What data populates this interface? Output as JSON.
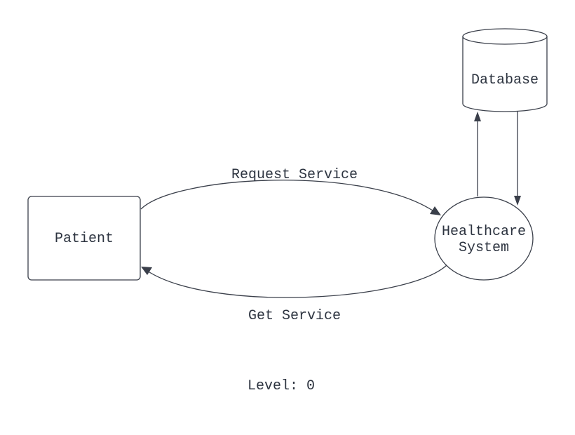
{
  "nodes": {
    "patient": {
      "label": "Patient"
    },
    "process": {
      "label_lines": [
        "Healthcare",
        "System"
      ]
    },
    "database": {
      "label": "Database"
    }
  },
  "flows": {
    "request": {
      "label": "Request Service"
    },
    "response": {
      "label": "Get Service"
    }
  },
  "caption": "Level: 0",
  "colors": {
    "stroke": "#3a3f4a",
    "text": "#2d3440",
    "background": "#ffffff"
  }
}
